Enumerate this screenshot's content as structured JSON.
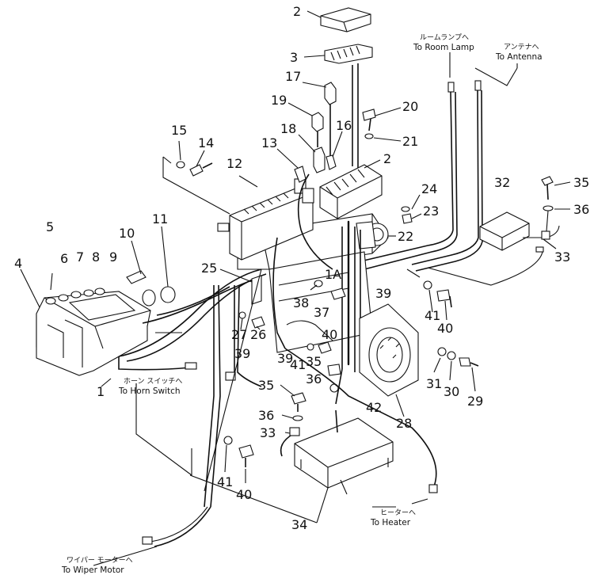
{
  "callouts": [
    {
      "id": "pn-1",
      "text": "1"
    },
    {
      "id": "pn-2a",
      "text": "2"
    },
    {
      "id": "pn-2b",
      "text": "2"
    },
    {
      "id": "pn-3",
      "text": "3"
    },
    {
      "id": "pn-4",
      "text": "4"
    },
    {
      "id": "pn-5",
      "text": "5"
    },
    {
      "id": "pn-6",
      "text": "6"
    },
    {
      "id": "pn-7",
      "text": "7"
    },
    {
      "id": "pn-8",
      "text": "8"
    },
    {
      "id": "pn-9",
      "text": "9"
    },
    {
      "id": "pn-10",
      "text": "10"
    },
    {
      "id": "pn-11",
      "text": "11"
    },
    {
      "id": "pn-12",
      "text": "12"
    },
    {
      "id": "pn-13",
      "text": "13"
    },
    {
      "id": "pn-14",
      "text": "14"
    },
    {
      "id": "pn-15",
      "text": "15"
    },
    {
      "id": "pn-16",
      "text": "16"
    },
    {
      "id": "pn-17",
      "text": "17"
    },
    {
      "id": "pn-18",
      "text": "18"
    },
    {
      "id": "pn-19",
      "text": "19"
    },
    {
      "id": "pn-20",
      "text": "20"
    },
    {
      "id": "pn-21",
      "text": "21"
    },
    {
      "id": "pn-22",
      "text": "22"
    },
    {
      "id": "pn-23",
      "text": "23"
    },
    {
      "id": "pn-24",
      "text": "24"
    },
    {
      "id": "pn-25",
      "text": "25"
    },
    {
      "id": "pn-26",
      "text": "26"
    },
    {
      "id": "pn-27",
      "text": "27"
    },
    {
      "id": "pn-28",
      "text": "28"
    },
    {
      "id": "pn-29",
      "text": "29"
    },
    {
      "id": "pn-30",
      "text": "30"
    },
    {
      "id": "pn-31",
      "text": "31"
    },
    {
      "id": "pn-32",
      "text": "32"
    },
    {
      "id": "pn-33a",
      "text": "33"
    },
    {
      "id": "pn-33b",
      "text": "33"
    },
    {
      "id": "pn-34",
      "text": "34"
    },
    {
      "id": "pn-35a",
      "text": "35"
    },
    {
      "id": "pn-35b",
      "text": "35"
    },
    {
      "id": "pn-35c",
      "text": "35"
    },
    {
      "id": "pn-36a",
      "text": "36"
    },
    {
      "id": "pn-36b",
      "text": "36"
    },
    {
      "id": "pn-36c",
      "text": "36"
    },
    {
      "id": "pn-37",
      "text": "37"
    },
    {
      "id": "pn-38",
      "text": "38"
    },
    {
      "id": "pn-39a",
      "text": "39"
    },
    {
      "id": "pn-39b",
      "text": "39"
    },
    {
      "id": "pn-39c",
      "text": "39"
    },
    {
      "id": "pn-40a",
      "text": "40"
    },
    {
      "id": "pn-40b",
      "text": "40"
    },
    {
      "id": "pn-40c",
      "text": "40"
    },
    {
      "id": "pn-41a",
      "text": "41"
    },
    {
      "id": "pn-41b",
      "text": "41"
    },
    {
      "id": "pn-41c",
      "text": "41"
    },
    {
      "id": "pn-42",
      "text": "42"
    },
    {
      "id": "pn-1a",
      "text": "1A"
    }
  ],
  "connections": {
    "room_lamp": {
      "jp": "ルームランプへ",
      "en": "To Room Lamp"
    },
    "antenna": {
      "jp": "アンテナへ",
      "en": "To Antenna"
    },
    "horn_switch": {
      "jp": "ホーン スイッチへ",
      "en": "To Horn Switch"
    },
    "heater": {
      "jp": "ヒーターへ",
      "en": "To Heater"
    },
    "wiper_motor": {
      "jp": "ワイパー モーターへ",
      "en": "To Wiper Motor"
    }
  }
}
